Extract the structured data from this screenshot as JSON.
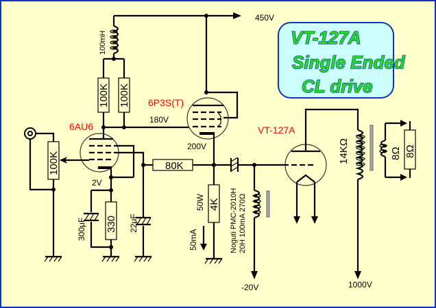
{
  "title_box": {
    "line1": "VT-127A",
    "line2": "Single Ended",
    "line3": "CL drive",
    "text_color": "#22dd22",
    "outline_color": "#003399",
    "box_fill": "#ccffff",
    "box_border": "#1030c0"
  },
  "colors": {
    "background": "#ffffcc",
    "frame_border": "#1030c0",
    "tube_label": "#ff0000"
  },
  "supplies": {
    "b_plus": "450V",
    "bias": "-20V",
    "plate_supply": "1000V"
  },
  "tubes": {
    "driver": "6AU6",
    "follower": "6P3S(T)",
    "output": "VT-127A"
  },
  "components": {
    "choke_top": "100mH",
    "plate_res_1": "100K",
    "plate_res_2": "100K",
    "volume_pot": "100K",
    "cathode_res": "330",
    "cathode_cap": "300μF",
    "screen_cap": "22μF",
    "grid_res": "80K",
    "load_res": "4K",
    "load_res_power": "50W",
    "load_current": "50mA",
    "grid_choke_line1": "Noguti PMC-2010H",
    "grid_choke_line2": "20H 100mA 270Ω",
    "opt_primary": "14KΩ",
    "opt_secondary": "8Ω",
    "speaker_load": "8Ω"
  },
  "voltages": {
    "driver_plate": "180V",
    "driver_cathode": "2V",
    "follower_cathode": "200V"
  }
}
